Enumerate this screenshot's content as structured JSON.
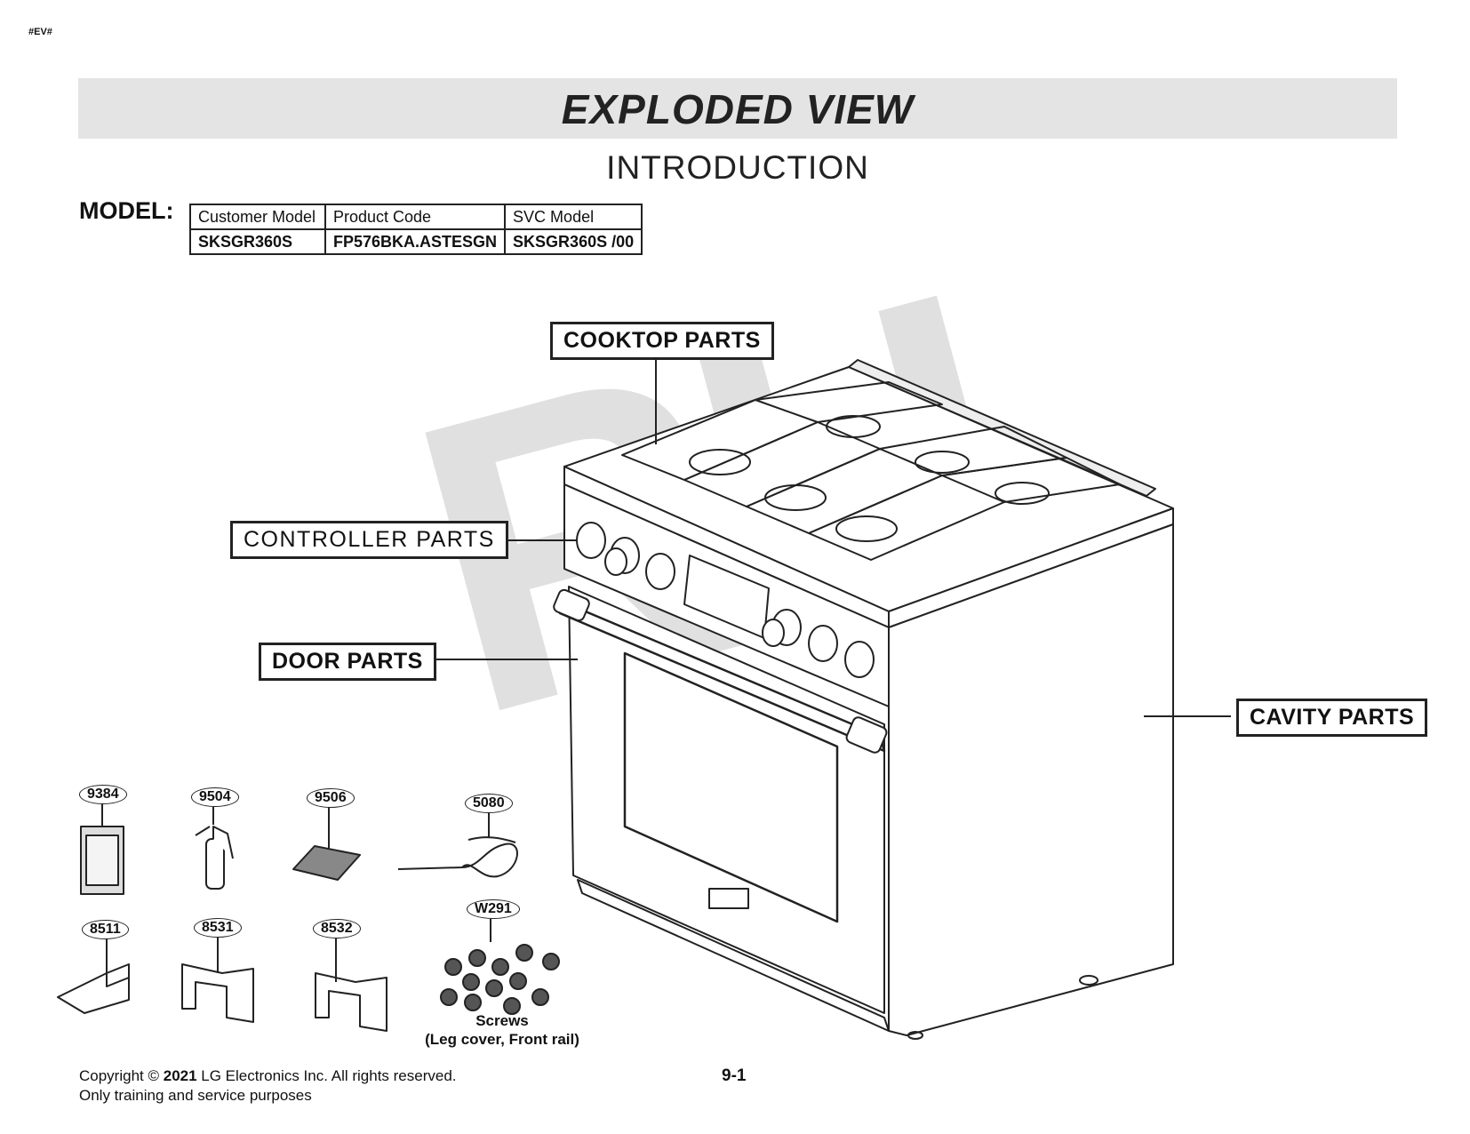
{
  "doc_tag": "#EV#",
  "header": {
    "title": "EXPLODED VIEW",
    "subtitle": "INTRODUCTION"
  },
  "model": {
    "label": "MODEL:",
    "columns": [
      "Customer Model",
      "Product Code",
      "SVC Model"
    ],
    "values": [
      "SKSGR360S",
      "FP576BKA.ASTESGN",
      "SKSGR360S /00"
    ]
  },
  "sections": {
    "cooktop": "COOKTOP PARTS",
    "controller": "CONTROLLER  PARTS",
    "door": "DOOR PARTS",
    "cavity": "CAVITY PARTS"
  },
  "watermark": "RH",
  "accessories": {
    "p9384": "9384",
    "p9504": "9504",
    "p9506": "9506",
    "p5080": "5080",
    "pW291": "W291",
    "p8511": "8511",
    "p8531": "8531",
    "p8532": "8532"
  },
  "screws_caption": {
    "line1": "Screws",
    "line2": "(Leg cover, Front rail)"
  },
  "footer": {
    "copyright_prefix": "Copyright © ",
    "copyright_year": "2021",
    "copyright_suffix": " LG Electronics Inc. All rights reserved.",
    "line2": "Only training and service purposes",
    "page": "9-1"
  }
}
